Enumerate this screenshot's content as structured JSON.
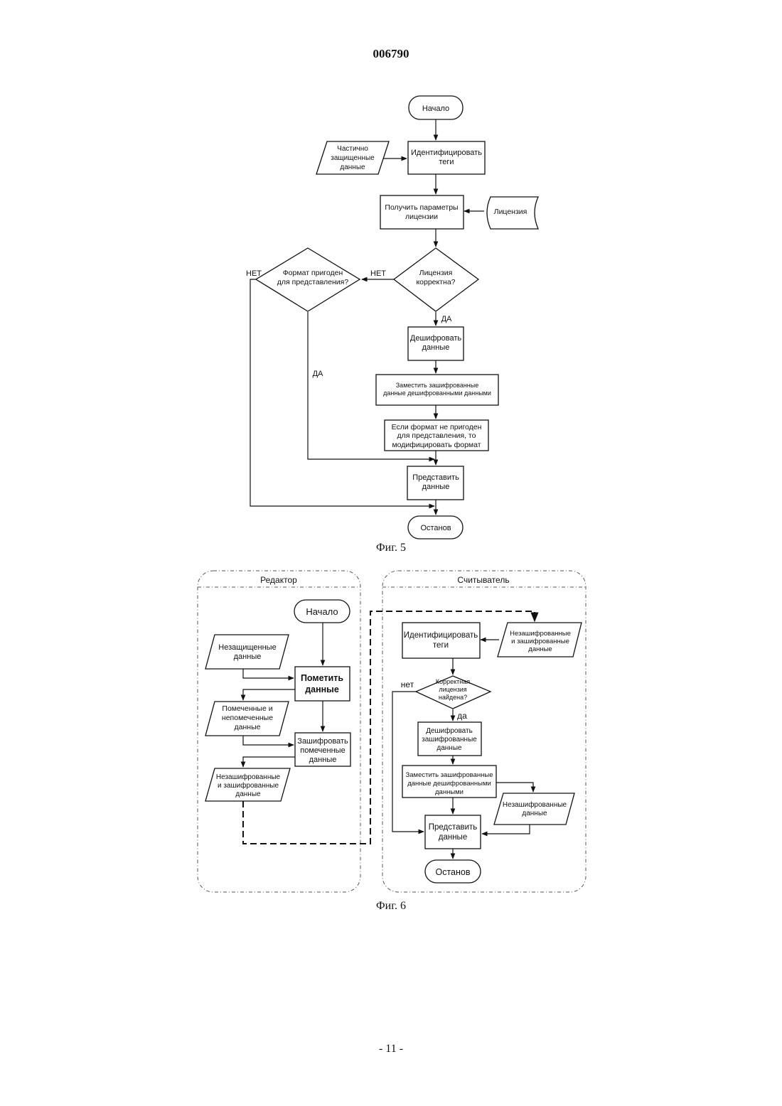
{
  "page": {
    "doc_number": "006790",
    "page_number": "- 11 -"
  },
  "fig5": {
    "caption": "Фиг. 5",
    "start": "Начало",
    "partially_protected": [
      "Частично",
      "защищенные",
      "данные"
    ],
    "identify_tags": [
      "Идентифицировать",
      "теги"
    ],
    "get_license_params": [
      "Получить параметры",
      "лицензии"
    ],
    "license": "Лицензия",
    "license_valid": [
      "Лицензия",
      "корректна?"
    ],
    "format_suitable": [
      "Формат пригоден",
      "для представления?"
    ],
    "no_label_1": "НЕТ",
    "no_label_2": "НЕТ",
    "yes_label_1": "ДА",
    "yes_label_2": "ДА",
    "decrypt_data": [
      "Дешифровать",
      "данные"
    ],
    "replace_encrypted": [
      "Заместить зашифрованные",
      "данные дешифрованными данными"
    ],
    "modify_format": [
      "Если формат не пригоден",
      "для представления, то",
      "модифицировать формат"
    ],
    "present_data": [
      "Представить",
      "данные"
    ],
    "stop": "Останов"
  },
  "fig6": {
    "caption": "Фиг. 6",
    "editor_title": "Редактор",
    "reader_title": "Считыватель",
    "start": "Начало",
    "unprotected_data": [
      "Незащищенные",
      "данные"
    ],
    "mark_data": [
      "Пометить",
      "данные"
    ],
    "marked_unmarked": [
      "Помеченные и",
      "непомеченные",
      "данные"
    ],
    "encrypt_marked": [
      "Зашифровать",
      "помеченные",
      "данные"
    ],
    "unenc_and_enc_left": [
      "Незашифрованные",
      "и зашифрованные",
      "данные"
    ],
    "identify_tags": [
      "Идентифицировать",
      "теги"
    ],
    "unenc_and_enc_right": [
      "Незашифрованные",
      "и зашифрованные",
      "данные"
    ],
    "valid_license_found": [
      "Корректная",
      "лицензия",
      "найдена?"
    ],
    "no_label": "нет",
    "yes_label": "да",
    "decrypt_encrypted": [
      "Дешифровать",
      "зашифрованные",
      "данные"
    ],
    "replace_encrypted": [
      "Заместить зашифрованные",
      "данные дешифрованными",
      "данными"
    ],
    "unencrypted_data": [
      "Незашифрованные",
      "данные"
    ],
    "present_data": [
      "Представить",
      "данные"
    ],
    "stop": "Останов"
  }
}
